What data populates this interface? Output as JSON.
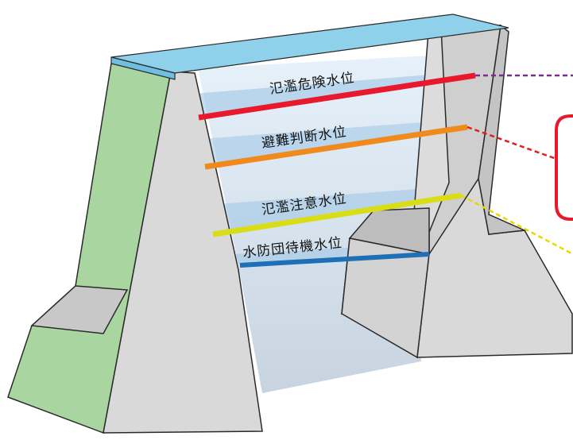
{
  "levels": [
    {
      "label": "氾濫危険水位",
      "color": "#e8192c",
      "leader_color": "#7b2d8e"
    },
    {
      "label": "避難判断水位",
      "color": "#f08a1c",
      "leader_color": "#e0201e"
    },
    {
      "label": "氾濫注意水位",
      "color": "#d9dd17",
      "leader_color": "#e8d800"
    },
    {
      "label": "水防団待機水位",
      "color": "#1f6fb6",
      "leader_color": ""
    }
  ],
  "colors": {
    "embankment_left": "#a9d6a0",
    "embankment_gray": "#d9d9d9",
    "embankment_dark": "#b5b5b5",
    "water_surface": "#8fd0ea",
    "water_body": "#dde9f4",
    "outline": "#2a2a2a",
    "callout_border": "#e8192c"
  },
  "icons": [
    "callout-bracket-icon"
  ]
}
